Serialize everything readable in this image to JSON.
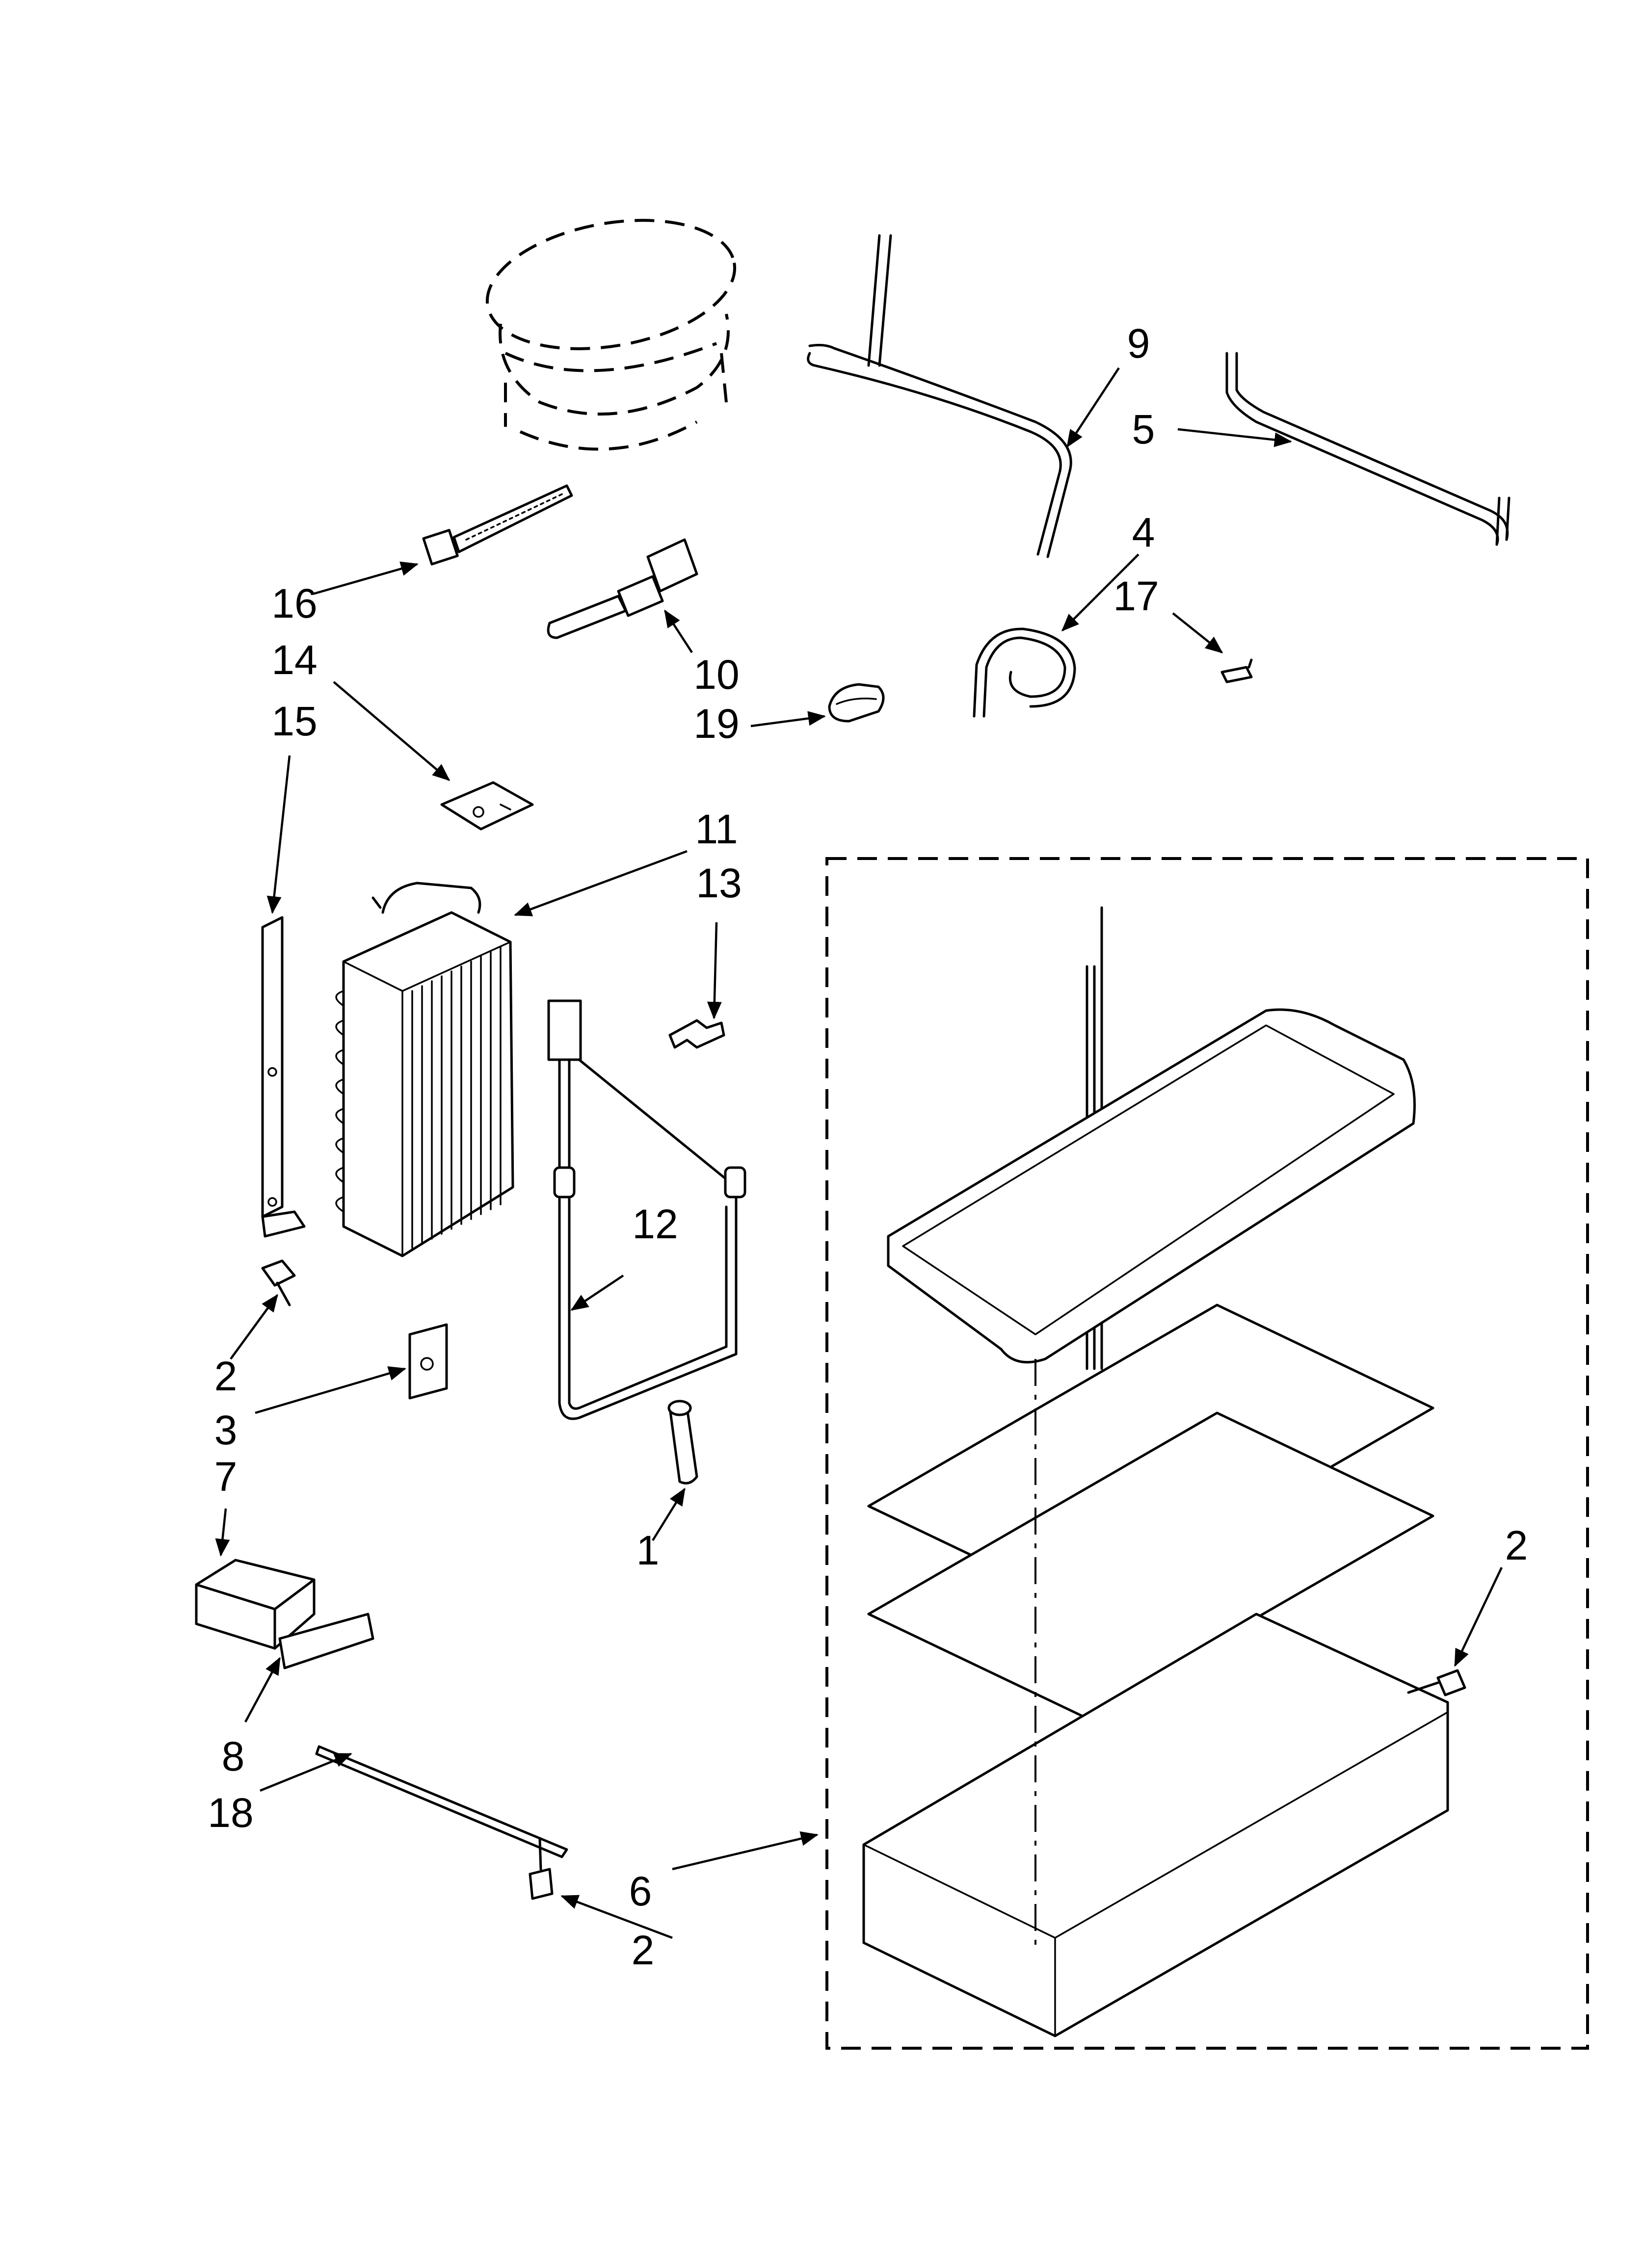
{
  "diagram": {
    "callouts": {
      "c1": "1",
      "c2a": "2",
      "c2b": "2",
      "c2c": "2",
      "c3": "3",
      "c4": "4",
      "c5": "5",
      "c6": "6",
      "c7": "7",
      "c8": "8",
      "c9": "9",
      "c10": "10",
      "c11": "11",
      "c12": "12",
      "c13": "13",
      "c14": "14",
      "c15": "15",
      "c16": "16",
      "c17": "17",
      "c18": "18",
      "c19": "19"
    },
    "colors": {
      "line": "#000000",
      "background": "#ffffff"
    }
  }
}
